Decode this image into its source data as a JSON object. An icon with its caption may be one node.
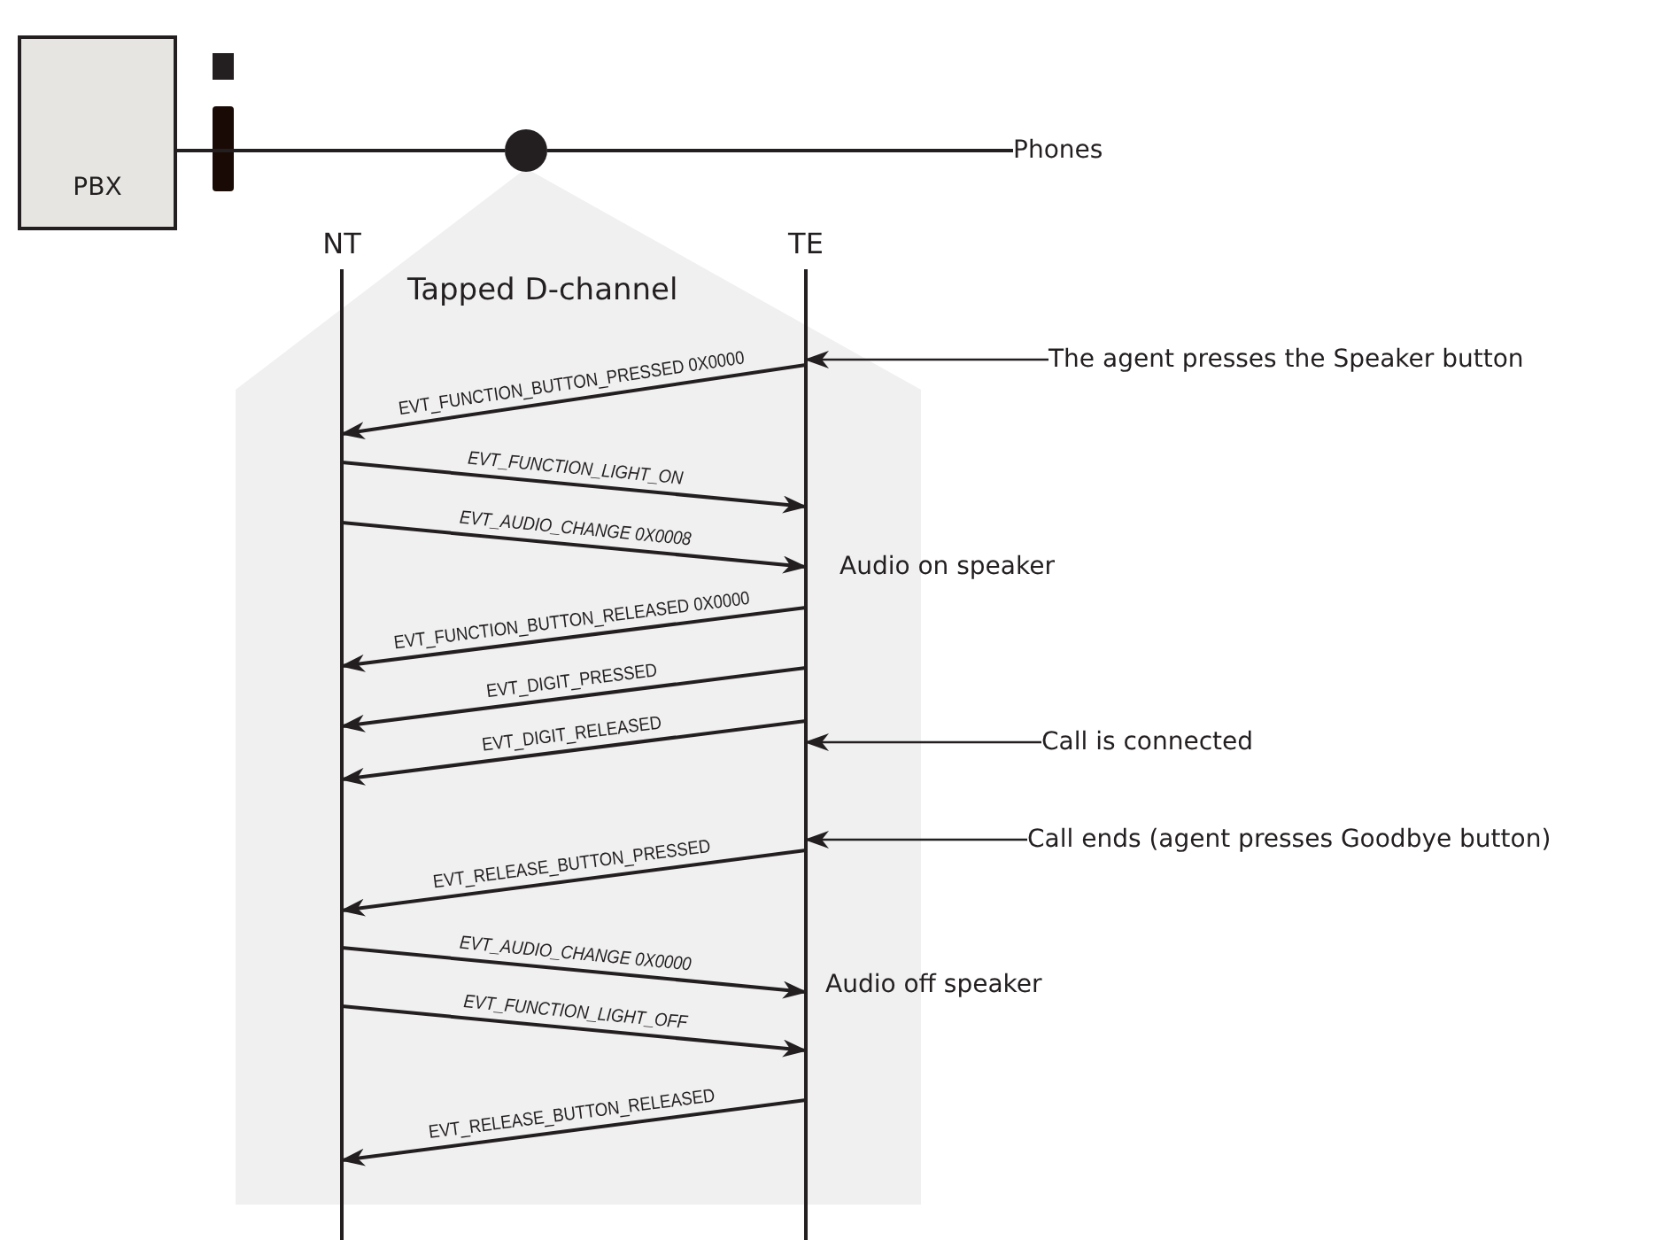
{
  "diagram": {
    "nodes": [
      {
        "text": [
          "PBX"
        ]
      },
      {
        "text": [],
        "shape": "circle"
      },
      {
        "text": [
          "Phones"
        ]
      },
      {
        "text": [
          "NT"
        ]
      },
      {
        "text": [
          "TE"
        ]
      },
      {
        "text": [
          "The agent presses the Speaker button"
        ]
      },
      {
        "text": [
          "Call is connected"
        ]
      },
      {
        "text": [
          "Call ends (agent presses Goodbye button)"
        ]
      }
    ],
    "edges": [
      {
        "from": 0,
        "to": 1,
        "arrow": "none"
      },
      {
        "from": 1,
        "to": 2,
        "arrow": "none"
      },
      {
        "from": 4,
        "to": 3,
        "arrow": "to",
        "label": "EVT_FUNCTION_BUTTON_PRESSED 0X0000"
      },
      {
        "from": 3,
        "to": 4,
        "arrow": "to",
        "label": "EVT_FUNCTION_LIGHT_ON"
      },
      {
        "from": 3,
        "to": 4,
        "arrow": "to",
        "label": "EVT_AUDIO_CHANGE 0X0008"
      },
      {
        "from": 4,
        "to": 3,
        "arrow": "to",
        "label": "EVT_FUNCTION_BUTTON_RELEASED 0X0000"
      },
      {
        "from": 4,
        "to": 3,
        "arrow": "to",
        "label": "EVT_DIGIT_PRESSED"
      },
      {
        "from": 4,
        "to": 3,
        "arrow": "to",
        "label": "EVT_DIGIT_RELEASED"
      },
      {
        "from": 4,
        "to": 3,
        "arrow": "to",
        "label": "EVT_RELEASE_BUTTON_PRESSED"
      },
      {
        "from": 3,
        "to": 4,
        "arrow": "to",
        "label": "EVT_AUDIO_CHANGE 0X0000"
      },
      {
        "from": 3,
        "to": 4,
        "arrow": "to",
        "label": "EVT_FUNCTION_LIGHT_OFF"
      },
      {
        "from": 4,
        "to": 3,
        "arrow": "to",
        "label": "EVT_RELEASE_BUTTON_RELEASED"
      },
      {
        "from": 5,
        "to": 4,
        "arrow": "to"
      },
      {
        "from": 6,
        "to": 4,
        "arrow": "to"
      },
      {
        "from": 7,
        "to": 4,
        "arrow": "to"
      }
    ],
    "labels": [
      "Tapped D-channel",
      "Audio on speaker",
      "Audio off speaker"
    ]
  }
}
